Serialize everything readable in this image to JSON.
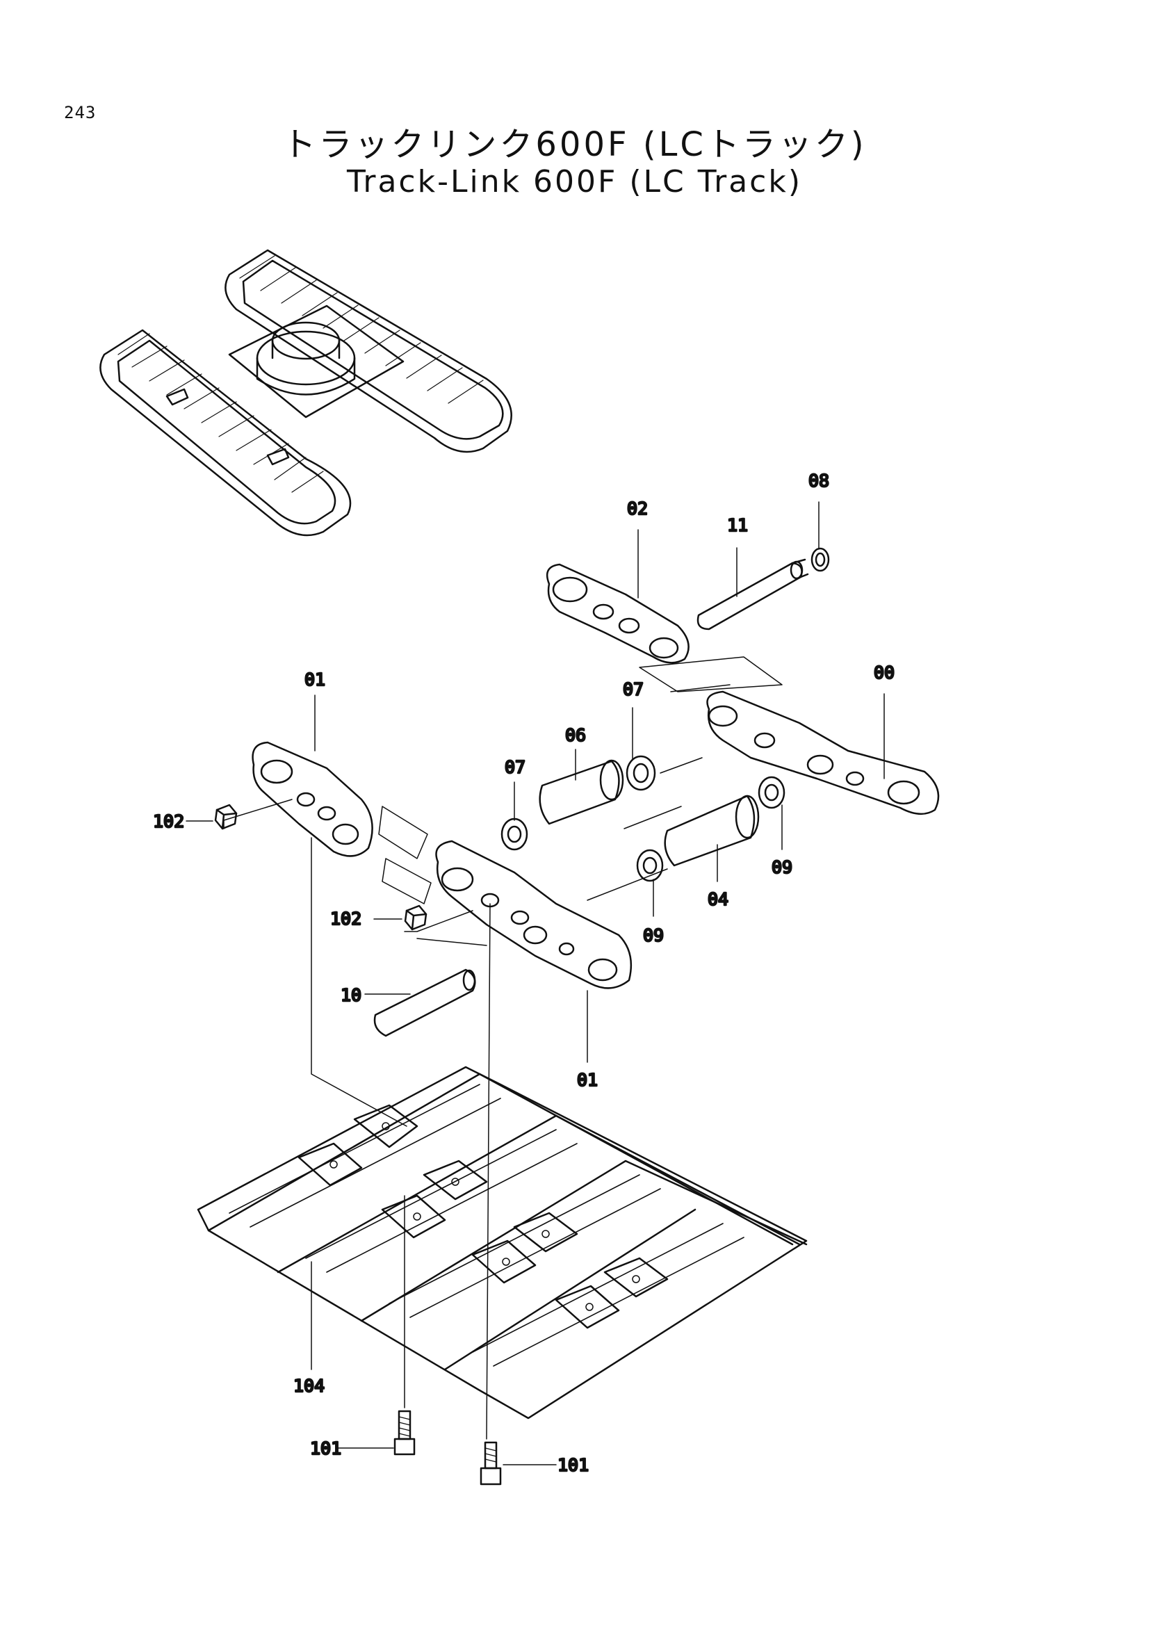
{
  "page": {
    "number": "243"
  },
  "title": {
    "ja": "トラックリンク600F (LCトラック)",
    "en": "Track-Link 600F (LC Track)"
  },
  "callouts": {
    "c00": "00",
    "c01a": "01",
    "c01b": "01",
    "c02": "02",
    "c04": "04",
    "c06": "06",
    "c07a": "07",
    "c07b": "07",
    "c08": "08",
    "c09a": "09",
    "c09b": "09",
    "c10": "10",
    "c11": "11",
    "c101a": "101",
    "c101b": "101",
    "c102a": "102",
    "c102b": "102",
    "c104": "104"
  }
}
